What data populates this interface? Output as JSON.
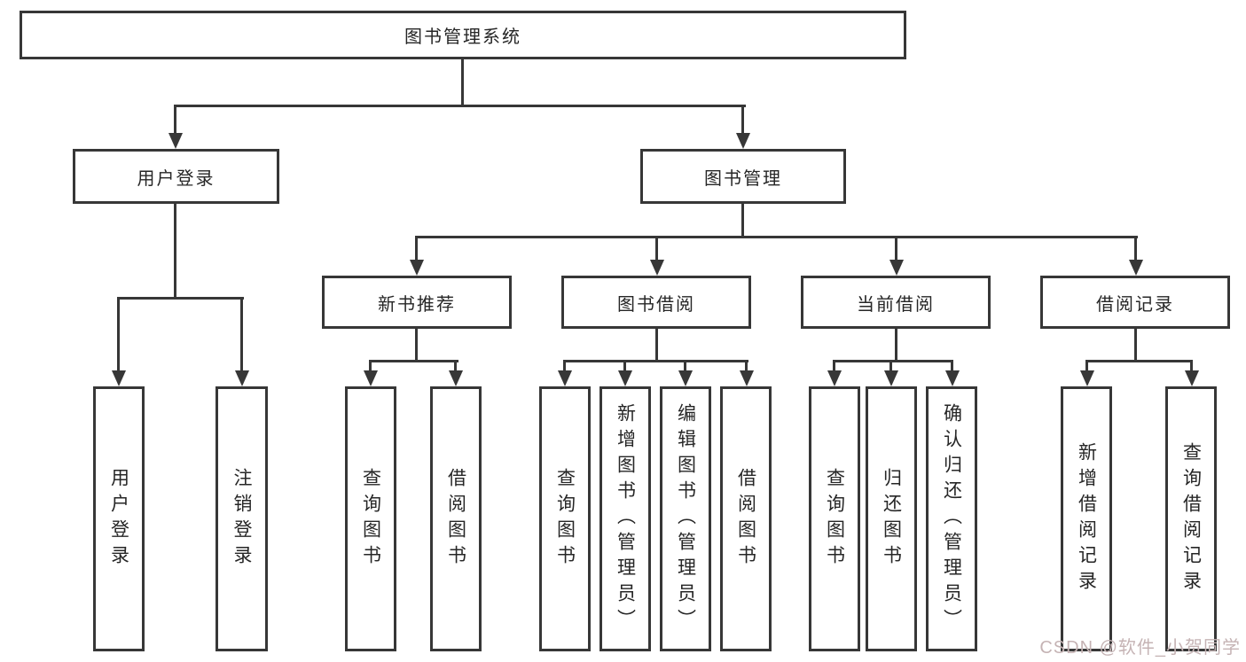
{
  "diagram": {
    "type": "hierarchy-tree",
    "colors": {
      "stroke": "#373737",
      "box_fill": "#ffffff",
      "text": "#262626",
      "watermark": "#c5b3b4"
    },
    "root": {
      "label": "图书管理系统",
      "children": [
        {
          "label": "用户登录",
          "children": [
            {
              "label": "用户登录"
            },
            {
              "label": "注销登录"
            }
          ]
        },
        {
          "label": "图书管理",
          "children": [
            {
              "label": "新书推荐",
              "children": [
                {
                  "label": "查询图书"
                },
                {
                  "label": "借阅图书"
                }
              ]
            },
            {
              "label": "图书借阅",
              "children": [
                {
                  "label": "查询图书"
                },
                {
                  "label": "新增图书（管理员）"
                },
                {
                  "label": "编辑图书（管理员）"
                },
                {
                  "label": "借阅图书"
                }
              ]
            },
            {
              "label": "当前借阅",
              "children": [
                {
                  "label": "查询图书"
                },
                {
                  "label": "归还图书"
                },
                {
                  "label": "确认归还（管理员）"
                }
              ]
            },
            {
              "label": "借阅记录",
              "children": [
                {
                  "label": "新增借阅记录"
                },
                {
                  "label": "查询借阅记录"
                }
              ]
            }
          ]
        }
      ]
    }
  },
  "watermark": {
    "text": "CSDN @软件_小贺同学"
  }
}
